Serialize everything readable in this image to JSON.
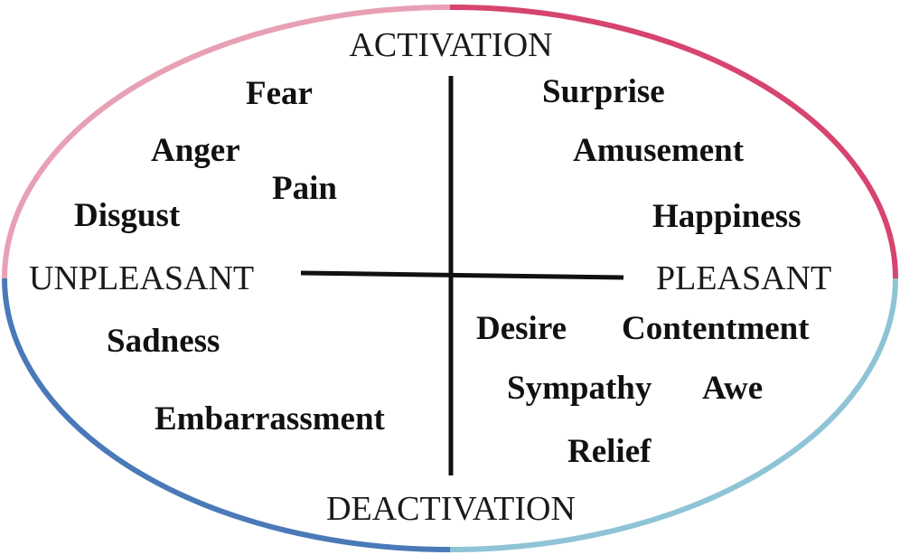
{
  "axes": {
    "top": "ACTIVATION",
    "bottom": "DEACTIVATION",
    "left": "UNPLEASANT",
    "right": "PLEASANT"
  },
  "quadrant_colors": {
    "top_left": "#e8a0b4",
    "top_right": "#d6456f",
    "bottom_left": "#4a79b8",
    "bottom_right": "#8ec4d6"
  },
  "emotions": {
    "fear": "Fear",
    "anger": "Anger",
    "pain": "Pain",
    "disgust": "Disgust",
    "surprise": "Surprise",
    "amusement": "Amusement",
    "happiness": "Happiness",
    "sadness": "Sadness",
    "embarrassment": "Embarrassment",
    "desire": "Desire",
    "contentment": "Contentment",
    "sympathy": "Sympathy",
    "awe": "Awe",
    "relief": "Relief"
  }
}
